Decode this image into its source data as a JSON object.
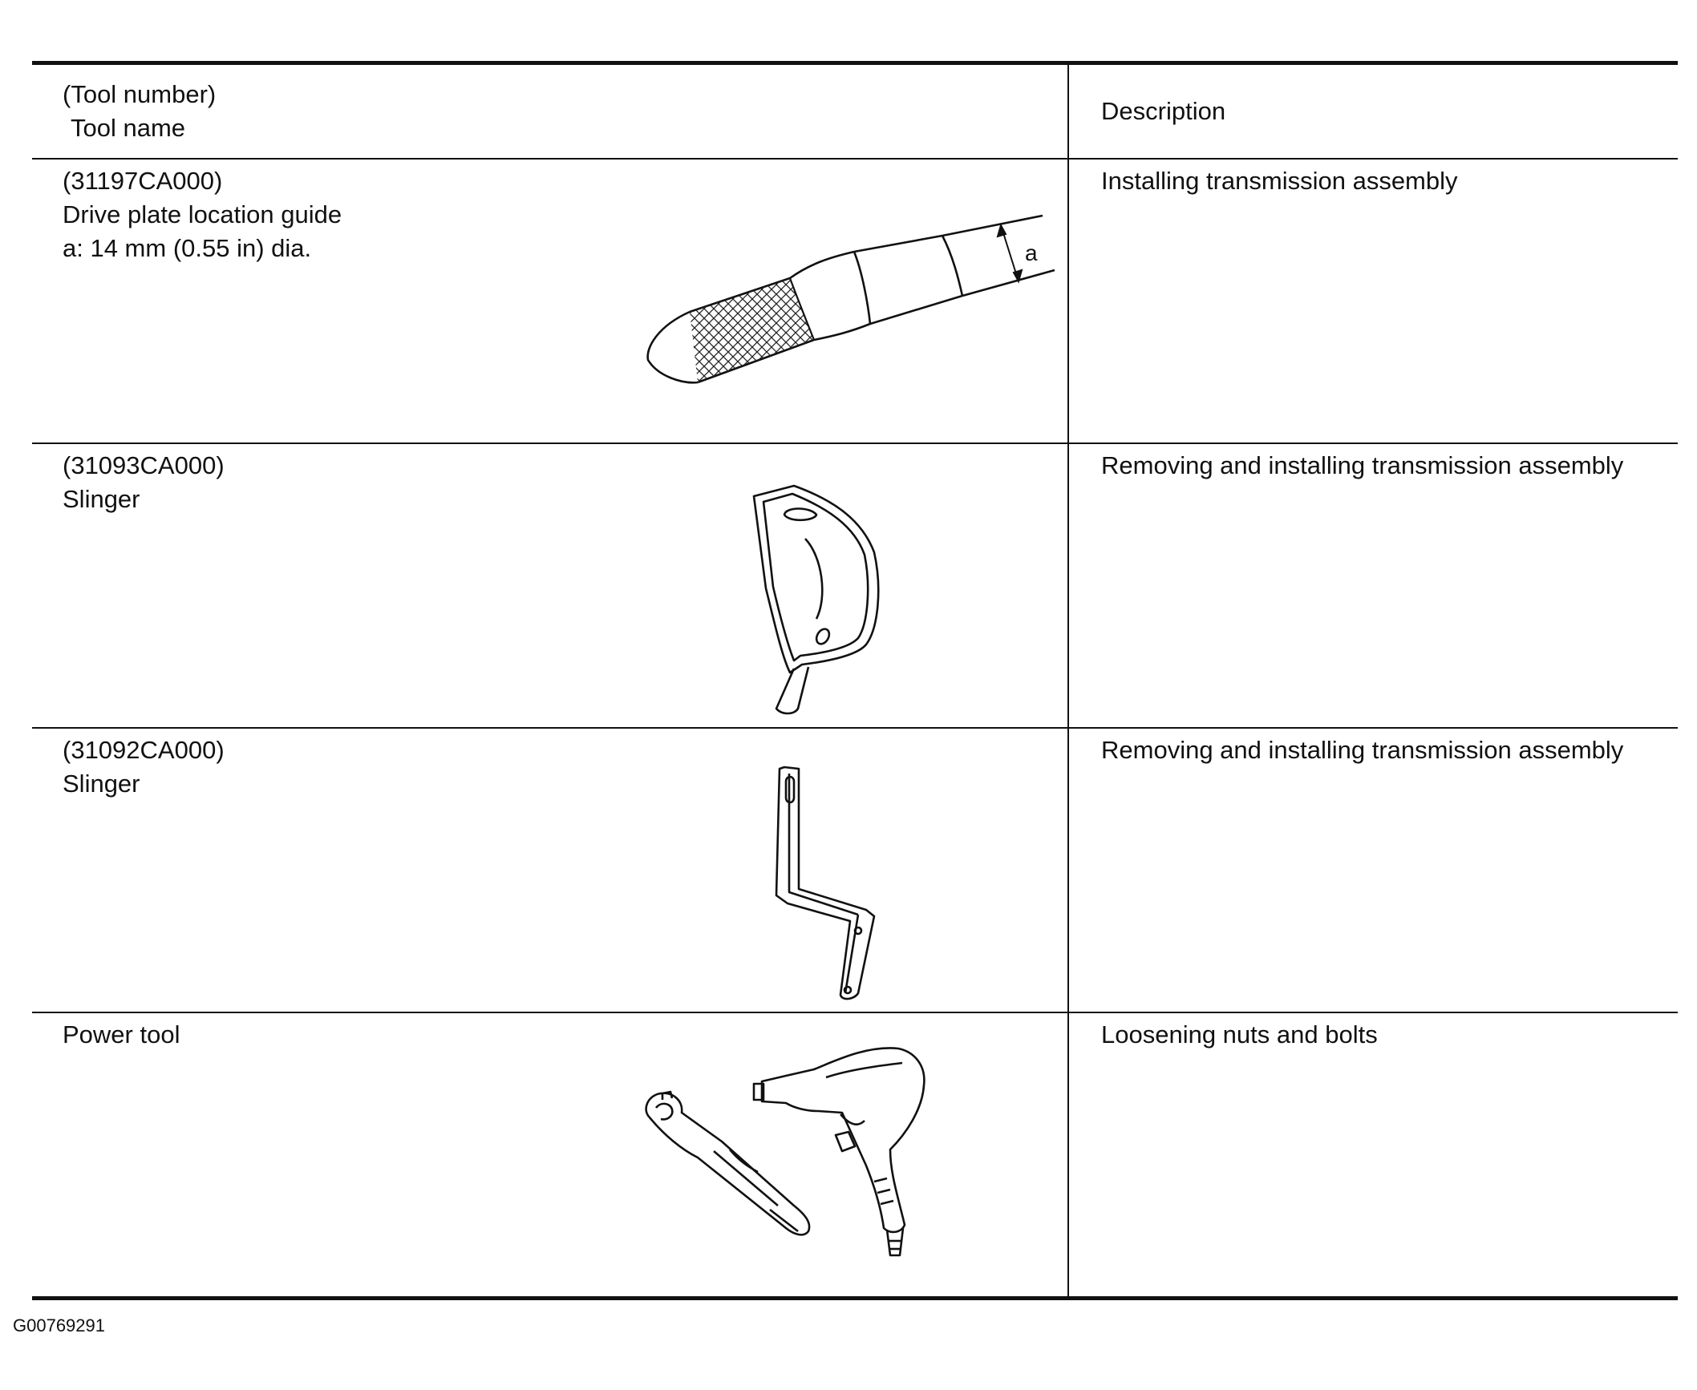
{
  "header": {
    "col1_line1": "(Tool number)",
    "col1_line2": "Tool name",
    "col2": "Description"
  },
  "rows": [
    {
      "tool_number": "(31197CA000)",
      "tool_name": "Drive plate location guide",
      "note": "a: 14 mm (0.55 in) dia.",
      "description": "Installing transmission assembly",
      "illustration": "drive-plate-location-guide-drawing",
      "callout": "a"
    },
    {
      "tool_number": "(31093CA000)",
      "tool_name": "Slinger",
      "description": "Removing and installing transmission assembly",
      "illustration": "slinger-bracket-drawing"
    },
    {
      "tool_number": "(31092CA000)",
      "tool_name": "Slinger",
      "description": "Removing and installing transmission assembly",
      "illustration": "slinger-arm-drawing"
    },
    {
      "tool_name": "Power tool",
      "description": "Loosening nuts and bolts",
      "illustration": "power-tools-drawing"
    }
  ],
  "footer": {
    "code": "G00769291"
  }
}
